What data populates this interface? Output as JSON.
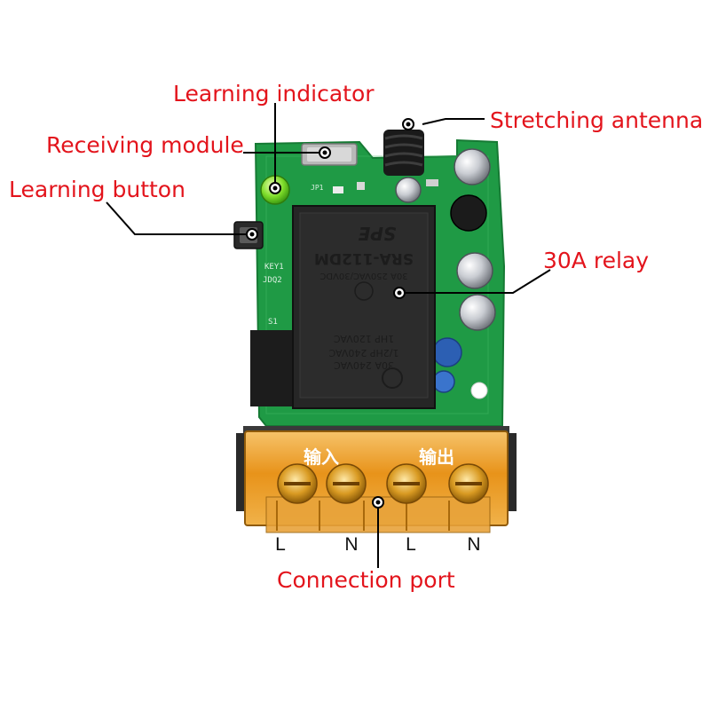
{
  "colors": {
    "callout_text": "#e3141c",
    "pcb": "#1f9a45",
    "relay": "#222222",
    "terminal": "#e89a1a",
    "leader": "#000000"
  },
  "callouts": {
    "learning_indicator": "Learning indicator",
    "receiving_module": "Receiving module",
    "learning_button": "Learning button",
    "stretching_antenna": "Stretching antenna",
    "relay": "30A relay",
    "connection_port": "Connection port"
  },
  "terminal_labels": {
    "input": "输入",
    "output": "输出",
    "t1": "L",
    "t2": "N",
    "t3": "L",
    "t4": "N"
  },
  "relay_print": {
    "rating_1": "30A 240VAC",
    "rating_2": "1/2HP 240VAC",
    "rating_3": "1HP 120VAC",
    "rating_4": "30A 250VAC/30VDC",
    "model": "SRA-112DM",
    "brand": "SPE"
  },
  "pcb_silk": {
    "key": "KEY1",
    "jdq": "JDQ2",
    "s1": "S1",
    "jp1": "JP1"
  }
}
